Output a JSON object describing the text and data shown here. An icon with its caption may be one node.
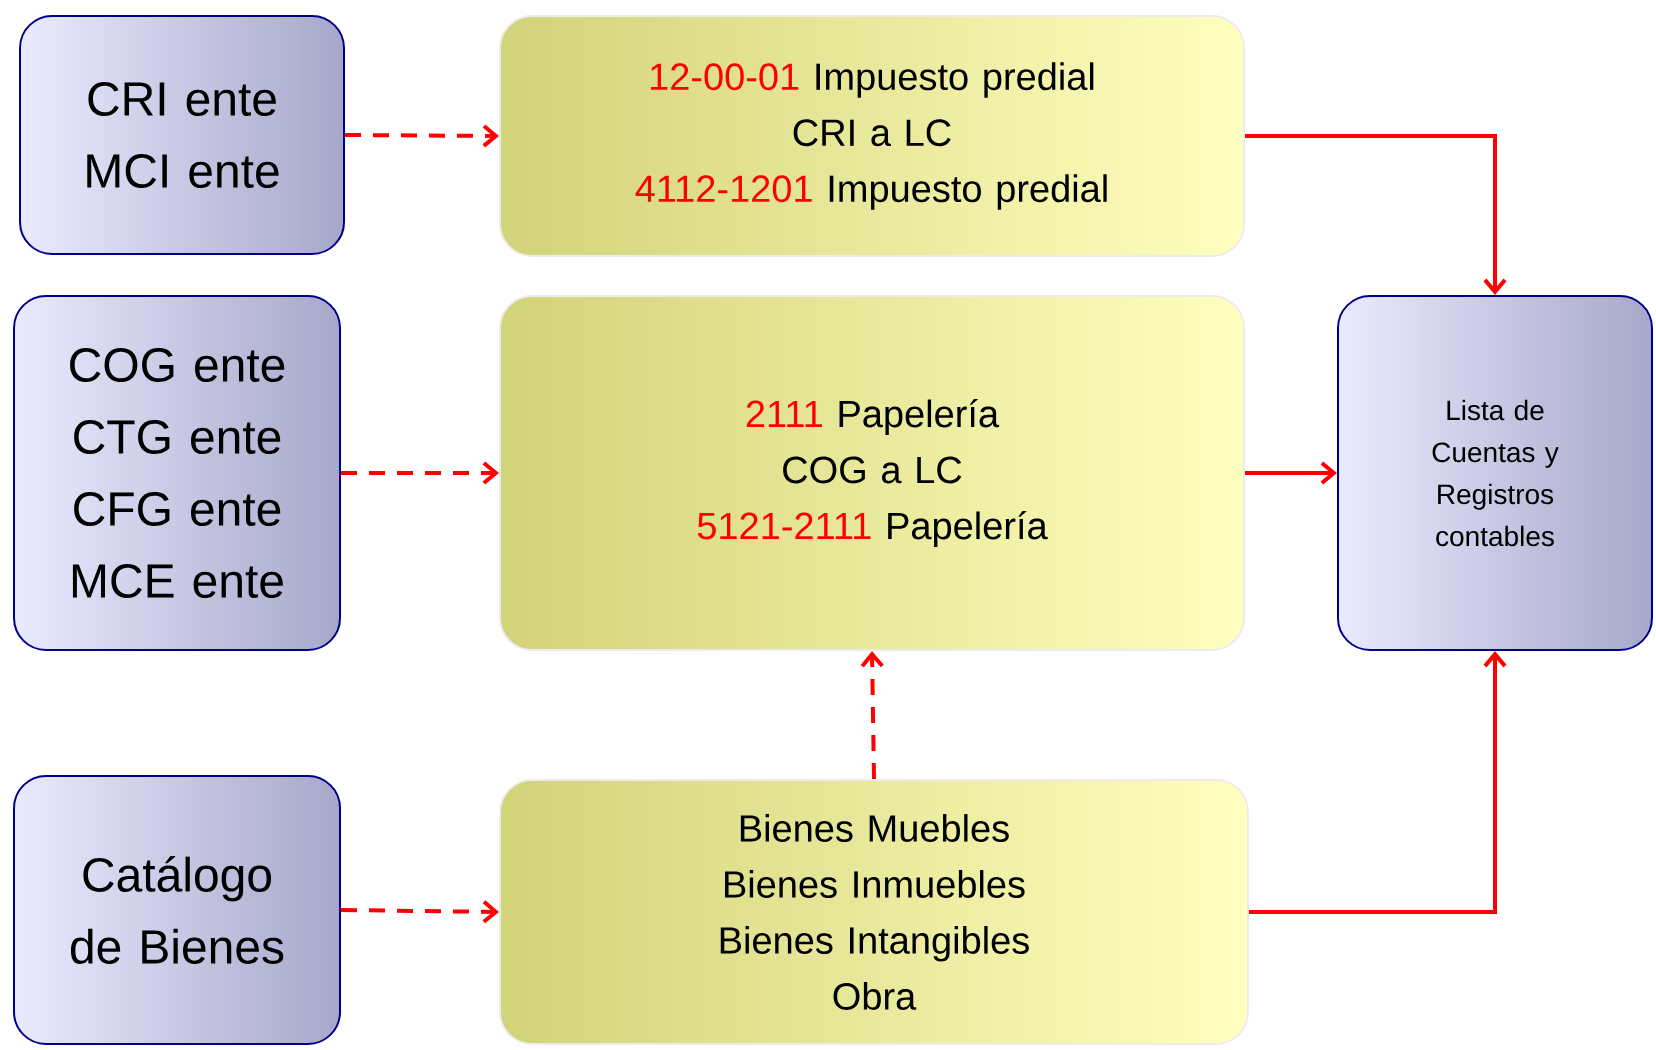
{
  "diagram": {
    "nodes": [
      {
        "text": [
          "CRI ente",
          "MCI ente"
        ]
      },
      {
        "text": [
          "12-00-01",
          "Impuesto predial",
          "CRI a LC",
          "4112-1201",
          "Impuesto predial"
        ]
      },
      {
        "text": [
          "COG ente",
          "CTG ente",
          "CFG ente",
          "MCE ente"
        ]
      },
      {
        "text": [
          "2111",
          "Papelería",
          "COG a LC",
          "5121-2111",
          "Papelería"
        ]
      },
      {
        "text": [
          "Catálogo de Bienes"
        ]
      },
      {
        "text": [
          "Bienes Muebles",
          "Bienes Inmuebles",
          "Bienes Intangibles",
          "Obra"
        ]
      },
      {
        "text": [
          "Lista de Cuentas y Registros contables"
        ]
      }
    ],
    "edges": [
      {
        "from": 0,
        "to": 1,
        "arrow": "to",
        "style": "dashed"
      },
      {
        "from": 2,
        "to": 3,
        "arrow": "to",
        "style": "dashed"
      },
      {
        "from": 4,
        "to": 5,
        "arrow": "to",
        "style": "dashed"
      },
      {
        "from": 5,
        "to": 3,
        "arrow": "to",
        "style": "dashed"
      },
      {
        "from": 1,
        "to": 6,
        "arrow": "to"
      },
      {
        "from": 3,
        "to": 6,
        "arrow": "to"
      },
      {
        "from": 5,
        "to": 6,
        "arrow": "to"
      }
    ]
  }
}
